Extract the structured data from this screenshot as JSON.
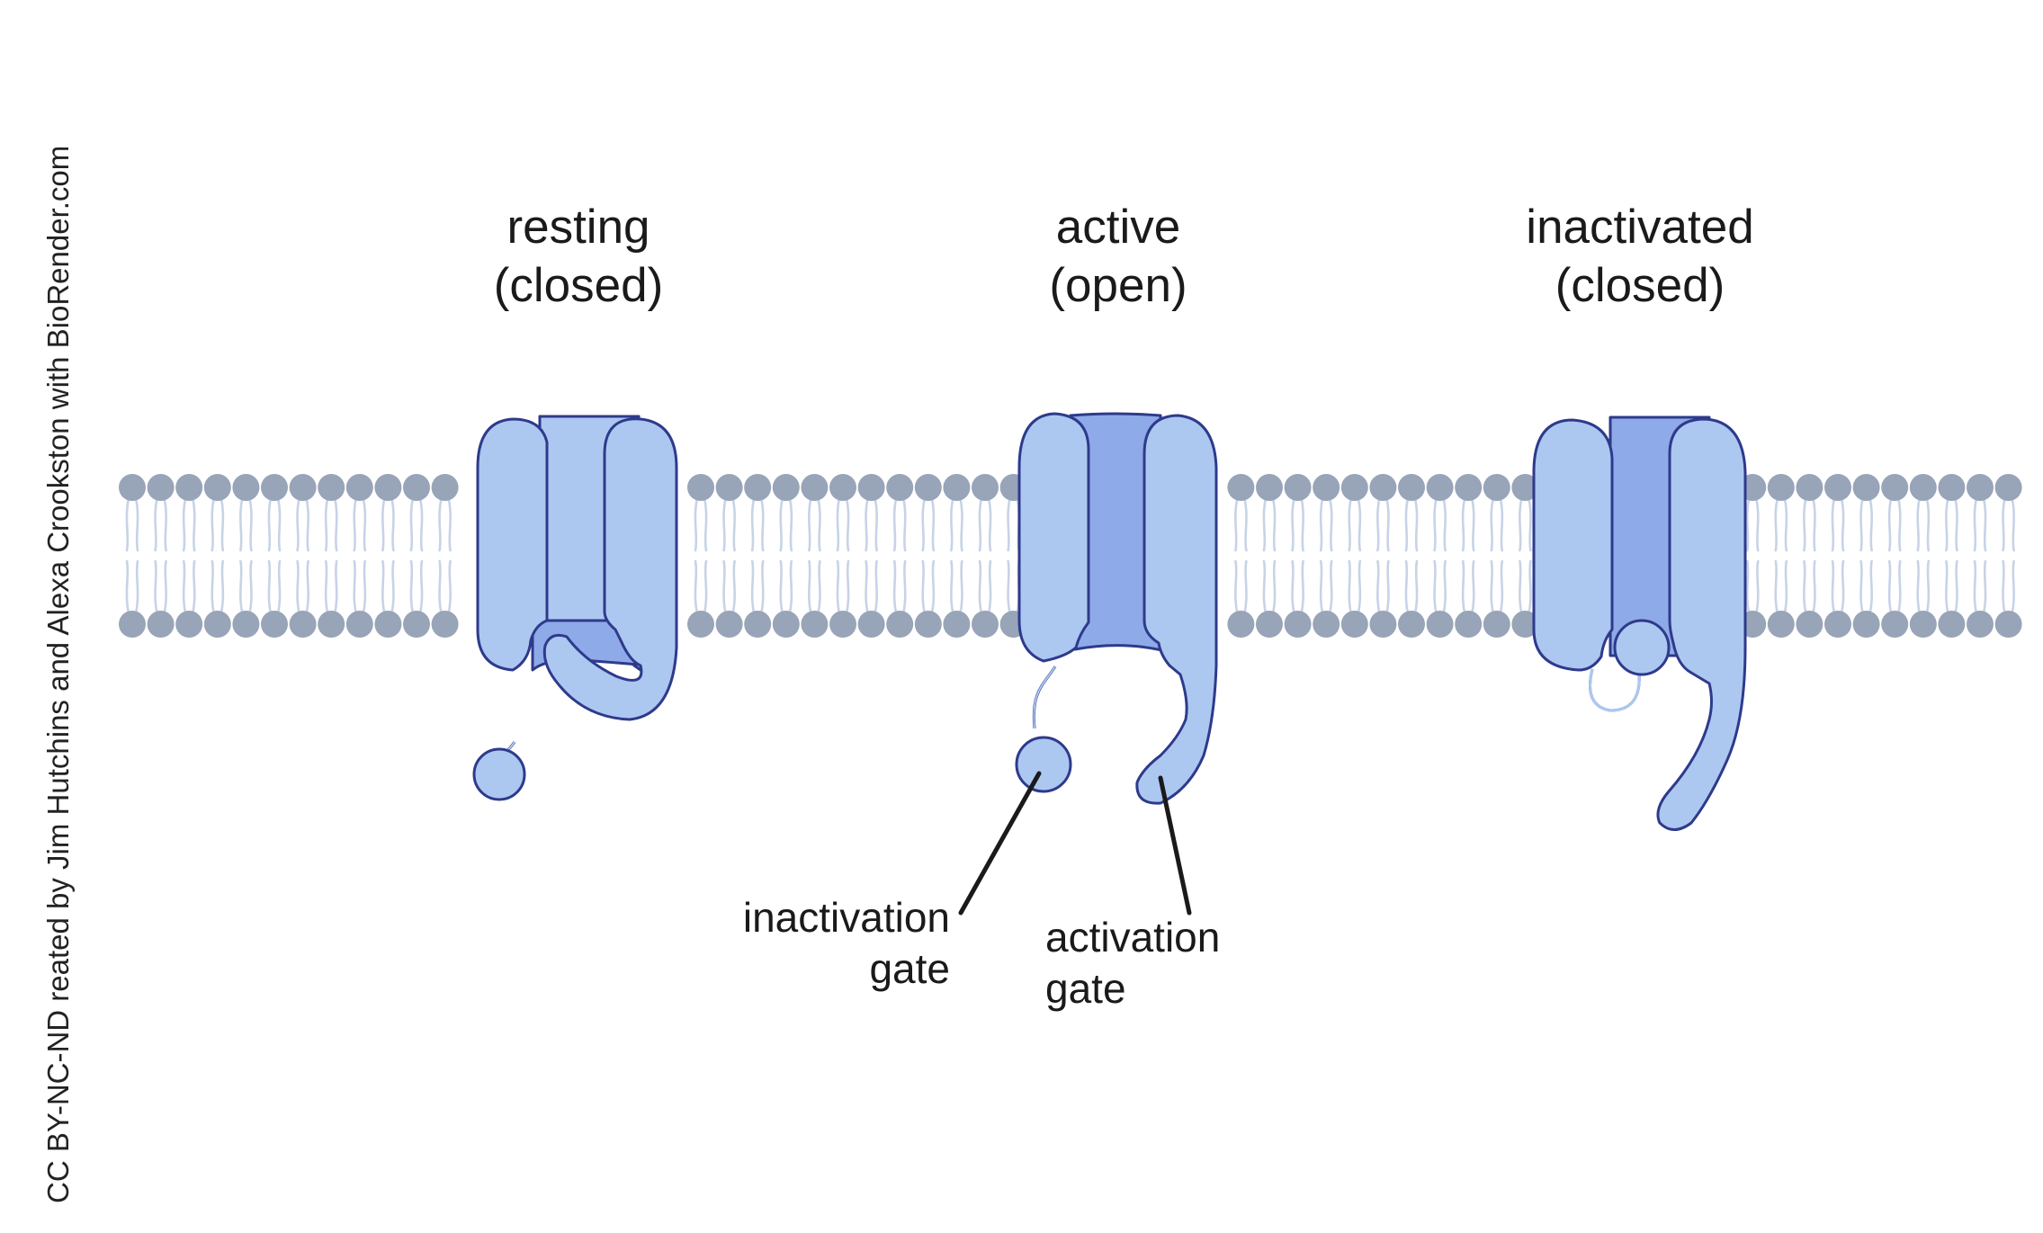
{
  "credit": "CC BY-NC-ND reated by Jim Hutchins and Alexa Crookston with BioRender.com",
  "states": [
    {
      "title_line1": "resting",
      "title_line2": "(closed)"
    },
    {
      "title_line1": "active",
      "title_line2": "(open)"
    },
    {
      "title_line1": "inactivated",
      "title_line2": "(closed)"
    }
  ],
  "callouts": {
    "inactivation_gate": {
      "line1": "inactivation",
      "line2": "gate"
    },
    "activation_gate": {
      "line1": "activation",
      "line2": "gate"
    }
  },
  "colors": {
    "channel_light": "#adc8f0",
    "channel_dark": "#8eaae8",
    "outline": "#2e3a8c",
    "lipid_head": "#98a4b8",
    "lipid_tail": "#c7d3e6"
  }
}
